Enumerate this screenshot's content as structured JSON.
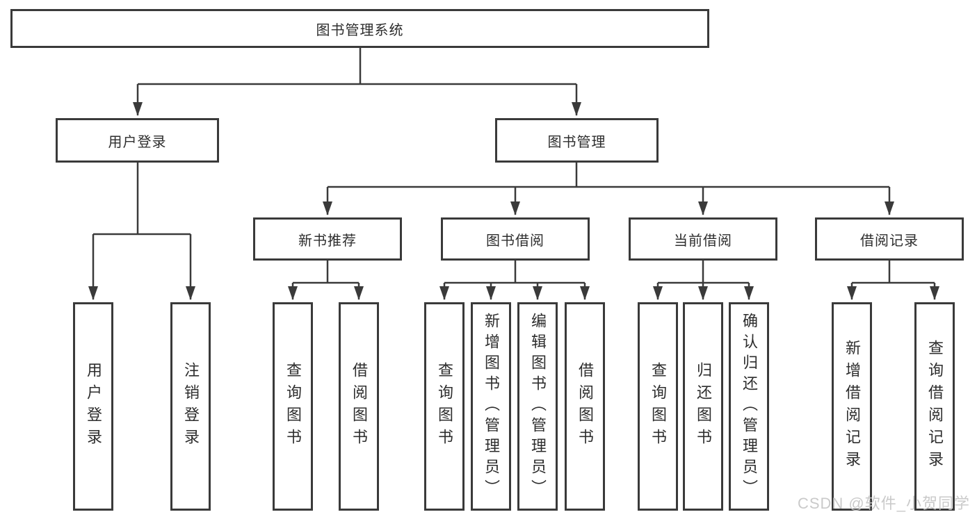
{
  "colors": {
    "line": "#3a3a3a",
    "text": "#2d2d2d",
    "watermark": "#c6c6c6"
  },
  "tree": {
    "root": {
      "label": "图书管理系统"
    },
    "level2": {
      "user_login": {
        "label": "用户登录"
      },
      "book_management": {
        "label": "图书管理"
      }
    },
    "level3": {
      "new_book_recommend": {
        "label": "新书推荐"
      },
      "book_borrowing": {
        "label": "图书借阅"
      },
      "current_borrowing": {
        "label": "当前借阅"
      },
      "borrowing_records": {
        "label": "借阅记录"
      }
    },
    "leaves": {
      "login_user_login": {
        "label": "用户登录"
      },
      "login_logout": {
        "label": "注销登录"
      },
      "rec_query_books": {
        "label": "查询图书"
      },
      "rec_borrow_books": {
        "label": "借阅图书"
      },
      "bor_query_books": {
        "label": "查询图书"
      },
      "bor_add_books_admin": {
        "label": "新增图书（管理员）"
      },
      "bor_edit_books_admin": {
        "label": "编辑图书（管理员）"
      },
      "bor_borrow_books": {
        "label": "借阅图书"
      },
      "cur_query_books": {
        "label": "查询图书"
      },
      "cur_return_books": {
        "label": "归还图书"
      },
      "cur_confirm_return_admin": {
        "label": "确认归还（管理员）"
      },
      "log_add_borrow_record": {
        "label": "新增借阅记录"
      },
      "log_query_borrow_record": {
        "label": "查询借阅记录"
      }
    }
  },
  "watermark": {
    "text": "CSDN @软件_小贺同学"
  }
}
